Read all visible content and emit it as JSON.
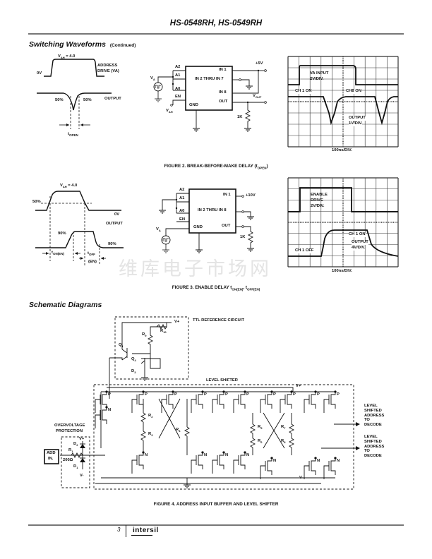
{
  "header": {
    "title": "HS-0548RH, HS-0549RH"
  },
  "section_waveforms": {
    "title": "Switching Waveforms",
    "note": "(Continued)"
  },
  "figure2": {
    "caption": "FIGURE 2.  BREAK-BEFORE-MAKE DELAY (t",
    "caption_sub": "OPEN",
    "caption_end": ")",
    "waveform": {
      "vah": "V",
      "vah_sub": "AH",
      "vah_val": " = 4.0",
      "zero": "0V",
      "address_drive": "ADDRESS",
      "address_drive2": "DRIVE (VA)",
      "output": "OUTPUT",
      "pct_left": "50%",
      "pct_right": "50%",
      "t": "t",
      "t_sub": "OPEN"
    },
    "circuit": {
      "pins_left": [
        "A2",
        "A1",
        "A0",
        "EN"
      ],
      "pins_right": [
        "IN 1",
        "IN 2 THRU IN 7",
        "IN 8",
        "OUT"
      ],
      "gnd": "GND",
      "supply": "+5V",
      "va": "V",
      "va_sub": "A",
      "vah": "V",
      "vah_sub": "AH",
      "vout": "V",
      "vout_sub": "OUT",
      "resistor": "1K"
    },
    "scope": {
      "trace1": "VA INPUT",
      "trace1_scale": "2V/DIV.",
      "ch1": "CH 1 ON",
      "ch8": "CH8 ON",
      "trace2": "OUTPUT",
      "trace2_scale": "1V/DIV.",
      "timebase": "100ns/DIV."
    }
  },
  "figure3": {
    "caption": "FIGURE 3.  ENABLE DELAY t",
    "caption_sub1": "ON(EN)",
    "caption_mid": ", t",
    "caption_sub2": "OFF(EN)",
    "waveform": {
      "vah": "V",
      "vah_sub": "AH",
      "vah_val": " = 4.0",
      "pct50": "50%",
      "zero": "0V",
      "output": "OUTPUT",
      "pct90a": "90%",
      "pct90b": "90%",
      "ton": "t",
      "ton_sub": "ON(EN)",
      "toff": "t",
      "toff_sub": "OFF",
      "toff_sub2": "(EN)"
    },
    "circuit": {
      "pins_left": [
        "A2",
        "A1",
        "A0",
        "EN"
      ],
      "pins_right": [
        "IN 1",
        "IN 2 THRU IN 8",
        "OUT"
      ],
      "gnd": "GND",
      "supply": "+10V",
      "va": "V",
      "va_sub": "A",
      "resistor": "1K"
    },
    "scope": {
      "trace1": "ENABLE",
      "trace1b": "DRIVE",
      "trace1_scale": "2V/DIV.",
      "ch_on": "CH 1 ON",
      "ch_off": "CH 1 OFF",
      "trace2": "OUTPUT",
      "trace2_scale": "4V/DIV.",
      "timebase": "100ns/DIV."
    }
  },
  "watermark": "维库电子市场网",
  "section_schematic": {
    "title": "Schematic Diagrams"
  },
  "figure4": {
    "caption": "FIGURE 4.  ADDRESS INPUT BUFFER AND LEVEL SHIFTER",
    "ttl_ref": "TTL REFERENCE CIRCUIT",
    "level_shifter": "LEVEL SHIFTER",
    "overvoltage": "OVERVOLTAGE",
    "protection": "PROTECTION",
    "add_in": "ADD",
    "add_in2": "IN.",
    "r1": "R",
    "r1_sub": "1",
    "r1_val": "200Ω",
    "d1": "D",
    "d1_sub": "1",
    "d2": "D",
    "d2_sub": "2",
    "d3": "D",
    "d3_sub": "3",
    "q1": "Q",
    "q1_sub": "1",
    "q4": "Q",
    "q4_sub": "4",
    "r9": "R",
    "r9_sub": "9",
    "r10": "R",
    "r10_sub": "10",
    "r2": "R",
    "r2_sub": "2",
    "r3": "R",
    "r3_sub": "3",
    "r4": "R",
    "r4_sub": "4",
    "r5": "R",
    "r5_sub": "5",
    "r6": "R",
    "r6_sub": "6",
    "r7": "R",
    "r7_sub": "7",
    "r8": "R",
    "r8_sub": "8",
    "vplus": "V+",
    "vminus": "V-",
    "p": "P",
    "n": "N",
    "out1": [
      "LEVEL",
      "SHIFTED",
      "ADDRESS",
      "TO",
      "DECODE"
    ],
    "out2": [
      "LEVEL",
      "SHIFTED",
      "ADDRESS",
      "TO",
      "DECODE"
    ]
  },
  "footer": {
    "page": "3",
    "logo": "intersil"
  }
}
